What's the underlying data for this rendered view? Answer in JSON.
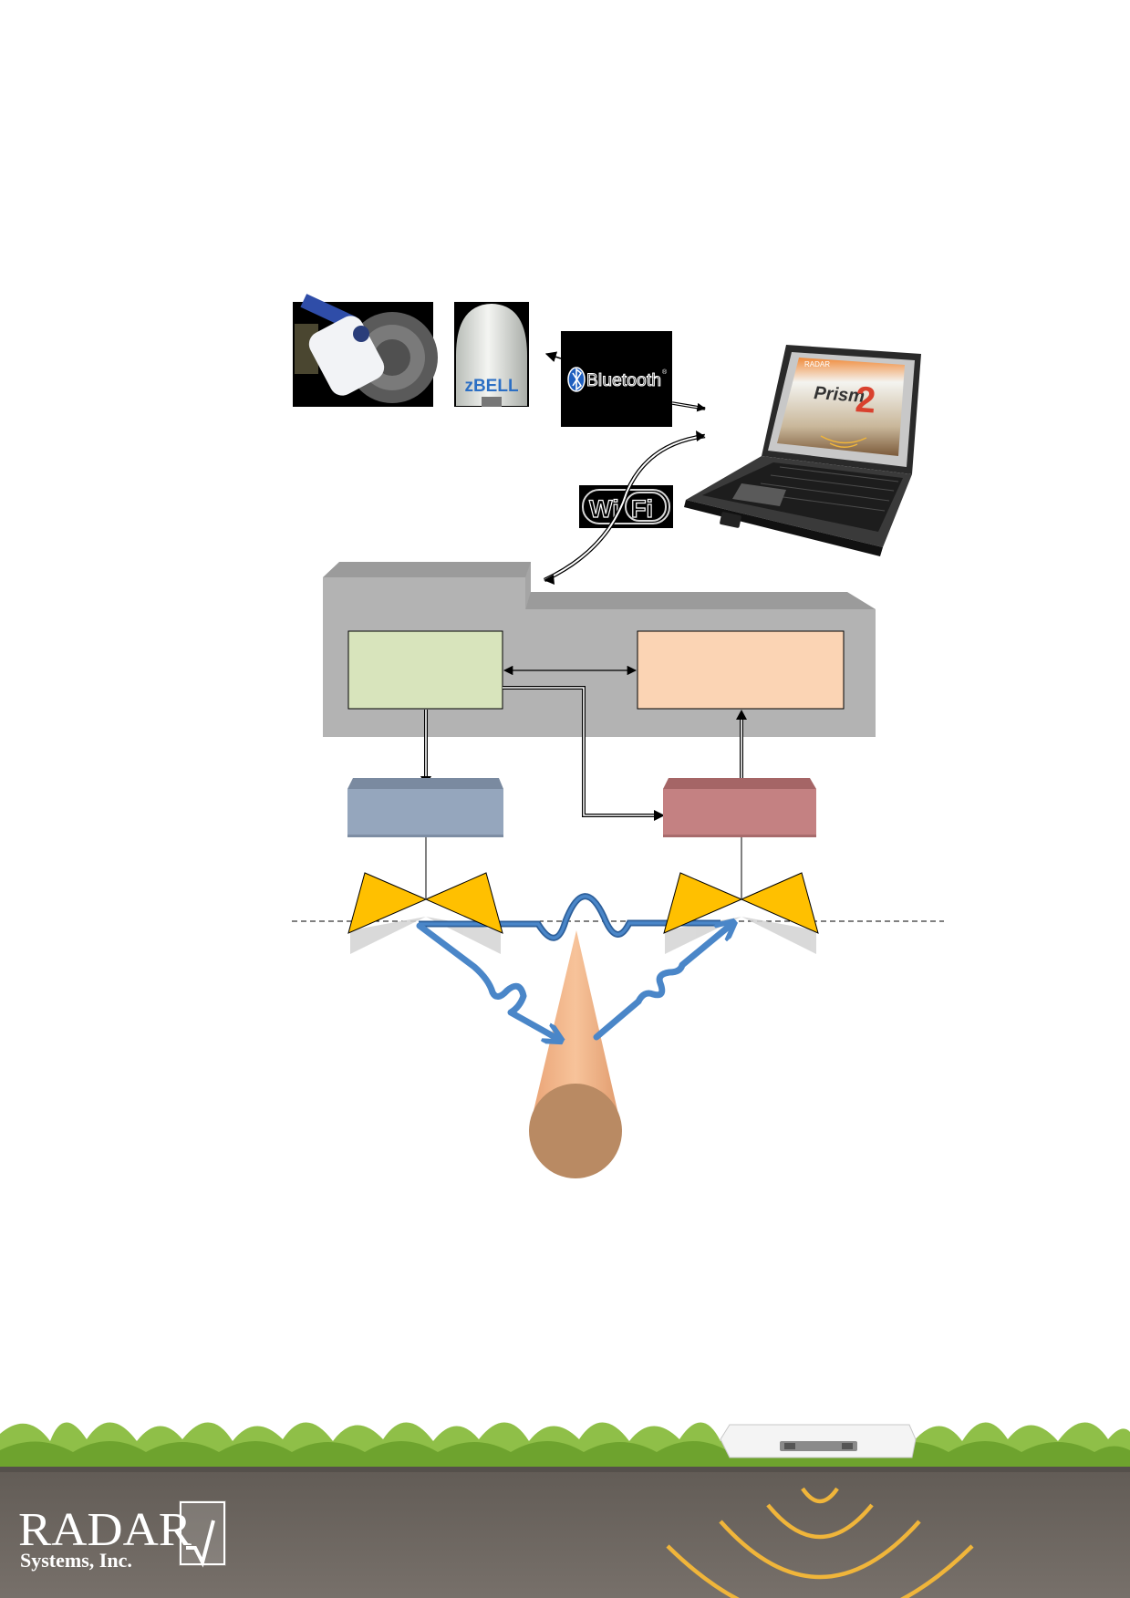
{
  "images": {
    "wheel_encoder": {
      "icon": "wheel-encoder-photo"
    },
    "gps_receiver": {
      "label": "zBELL",
      "icon": "gps-antenna-photo"
    },
    "bluetooth": {
      "label": "Bluetooth",
      "mark": "®",
      "icon": "bluetooth-icon"
    },
    "wifi": {
      "wi": "Wi",
      "fi": "Fi",
      "icon": "wifi-logo"
    },
    "laptop": {
      "brand": "RADAR",
      "product": "Prism",
      "version": "2",
      "icon": "laptop-photo"
    }
  },
  "logo": {
    "name": "RADAR",
    "subtitle": "Systems, Inc.",
    "icon": "radar-logo"
  },
  "colors": {
    "housing": "#b3b3b3",
    "housing_top": "#9a9a9a",
    "control_block": "#d8e4bc",
    "processing_block": "#fbd4b4",
    "transmitter": "#95a6bd",
    "receiver": "#c48182",
    "antenna": "#ffc000",
    "wave": "#4a86c8",
    "pipe": "#f2b183",
    "pipe_end": "#b98a63",
    "soil": "#6b6560",
    "grass": "#7fb33a",
    "signal_arcs": "#f0b53a"
  }
}
